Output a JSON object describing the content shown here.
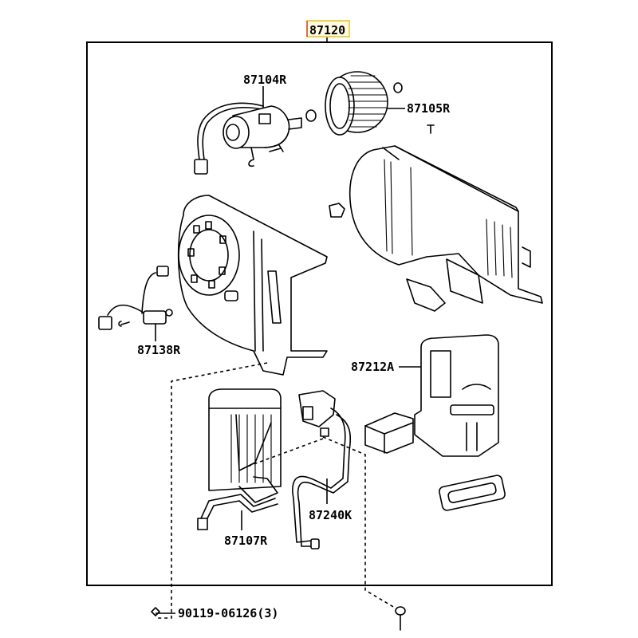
{
  "diagram": {
    "type": "exploded-parts-diagram",
    "assembly": {
      "part_number": "87120",
      "highlighted": true
    },
    "parts": [
      {
        "id": "blower-motor",
        "part_number": "87104R"
      },
      {
        "id": "blower-fan",
        "part_number": "87105R"
      },
      {
        "id": "resistor",
        "part_number": "87138R"
      },
      {
        "id": "duct",
        "part_number": "87212A"
      },
      {
        "id": "heater-core",
        "part_number": "87107R"
      },
      {
        "id": "water-valve-hose",
        "part_number": "87240K"
      }
    ],
    "fasteners": [
      {
        "id": "screw",
        "part_number": "90119-06126",
        "quantity": "(3)"
      }
    ]
  }
}
